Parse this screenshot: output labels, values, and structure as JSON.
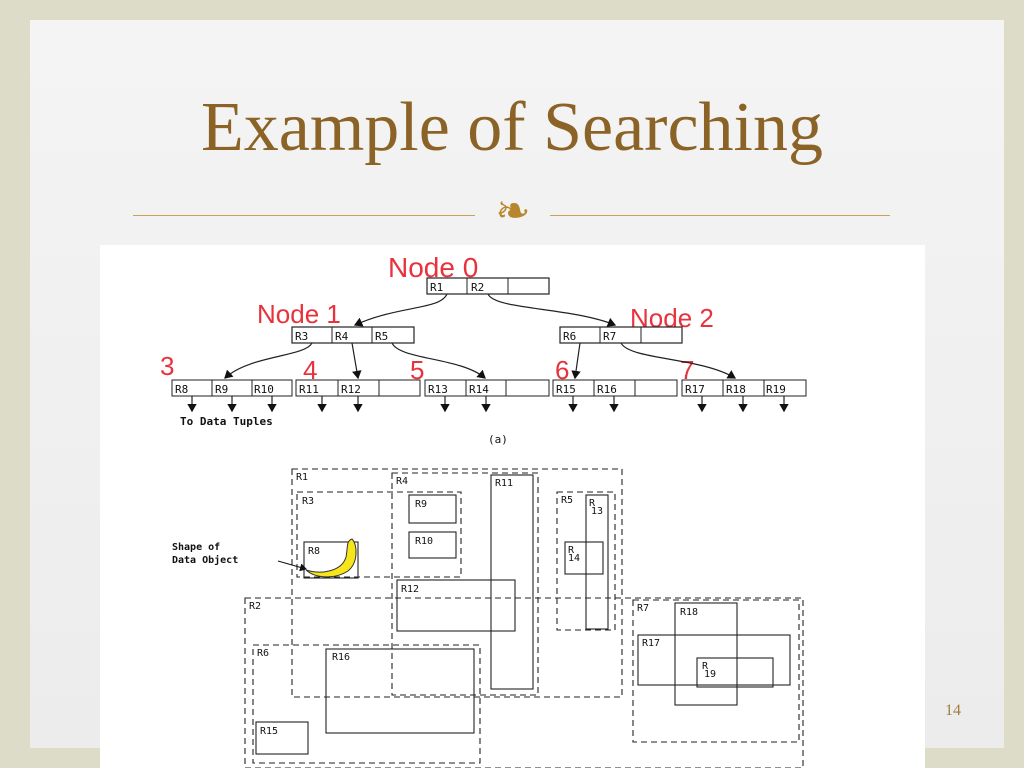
{
  "slide": {
    "title": "Example of Searching",
    "ornament": "❧",
    "page_number": "14"
  },
  "tree": {
    "node0_label": "Node 0",
    "node1_label": "Node 1",
    "node2_label": "Node 2",
    "leaf_labels": [
      "3",
      "4",
      "5",
      "6",
      "7"
    ],
    "root_entries": [
      "R1",
      "R2",
      ""
    ],
    "node1_entries": [
      "R3",
      "R4",
      "R5"
    ],
    "node2_entries": [
      "R6",
      "R7",
      ""
    ],
    "leaf3_entries": [
      "R8",
      "R9",
      "R10"
    ],
    "leaf4_entries": [
      "R11",
      "R12",
      ""
    ],
    "leaf5_entries": [
      "R13",
      "R14",
      ""
    ],
    "leaf6_entries": [
      "R15",
      "R16",
      ""
    ],
    "leaf7_entries": [
      "R17",
      "R18",
      "R19"
    ],
    "tuples_label": "To Data Tuples",
    "caption": "(a)"
  },
  "regions": {
    "labels": [
      "R1",
      "R2",
      "R3",
      "R4",
      "R5",
      "R6",
      "R7",
      "R8",
      "R9",
      "R10",
      "R11",
      "R12",
      "R13",
      "R14",
      "R15",
      "R16",
      "R17",
      "R18",
      "R19"
    ],
    "r13_parts": [
      "R",
      "13"
    ],
    "r14_parts": [
      "R",
      "14"
    ],
    "r19_parts": [
      "R",
      "19"
    ],
    "shape_label_1": "Shape of",
    "shape_label_2": "Data Object"
  },
  "colors": {
    "title": "#8b6326",
    "handwriting": "#e8323c",
    "data_object": "#f5e51a"
  }
}
